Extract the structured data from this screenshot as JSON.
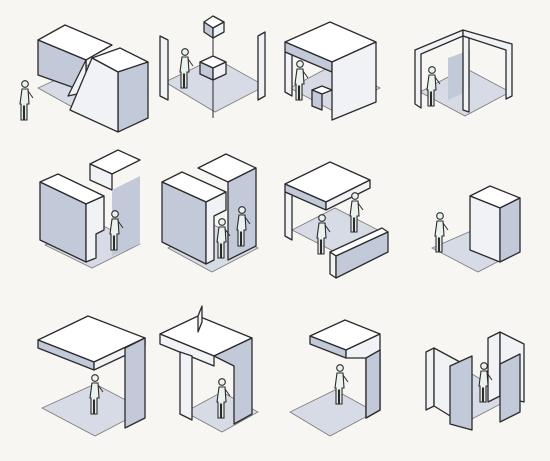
{
  "drawing": {
    "style": "pen-and-wash axonometric sketch",
    "colors": {
      "paper": "#f7f6f2",
      "ink": "#2b2b2b",
      "shadow": "#c2c9d9",
      "figure": "#eaf3ee"
    },
    "rows": 3,
    "columns": 4,
    "items": [
      {
        "id": "two-slanted-blocks"
      },
      {
        "id": "sign-post-on-pad"
      },
      {
        "id": "canopy-with-bench"
      },
      {
        "id": "frame-corner"
      },
      {
        "id": "portal-block"
      },
      {
        "id": "double-portal-block"
      },
      {
        "id": "canopy-with-low-wall"
      },
      {
        "id": "standing-slab"
      },
      {
        "id": "cantilever-roof"
      },
      {
        "id": "u-channel-roof"
      },
      {
        "id": "bent-roof-wall"
      },
      {
        "id": "folded-screens"
      }
    ]
  }
}
